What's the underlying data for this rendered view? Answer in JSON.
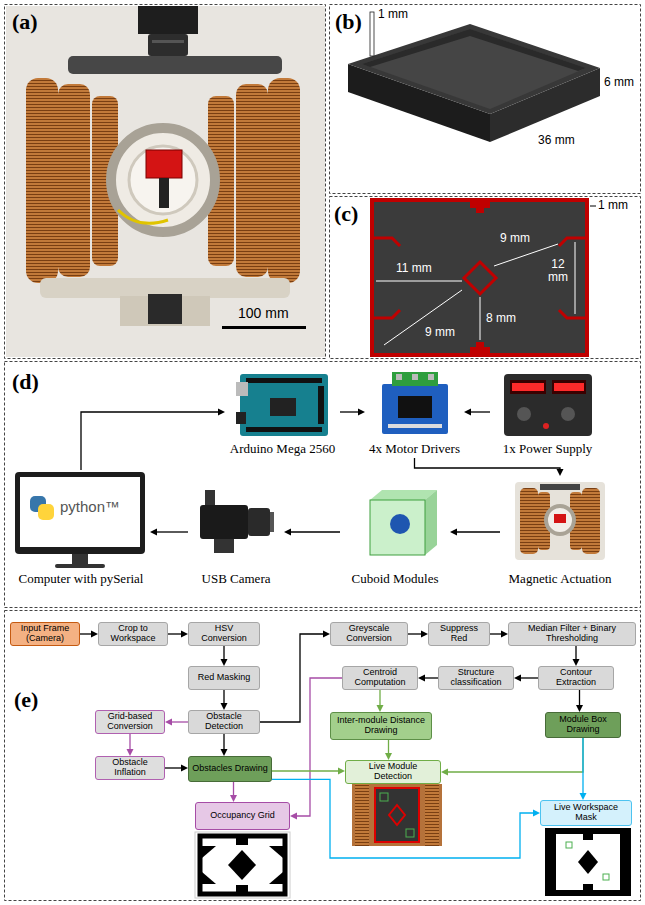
{
  "diagram": {
    "nodes": [
      {
        "text": [
          "Arduino Mega 2560"
        ]
      },
      {
        "text": [
          "4x Motor Drivers"
        ]
      },
      {
        "text": [
          "1x Power Supply"
        ]
      },
      {
        "text": [
          "Computer with pySerial"
        ]
      },
      {
        "text": [
          "USB Camera"
        ]
      },
      {
        "text": [
          "Cuboid Modules"
        ]
      },
      {
        "text": [
          "Magnetic Actuation"
        ]
      },
      {
        "text": [
          "Input Frame (Camera)"
        ]
      },
      {
        "text": [
          "Crop to Workspace"
        ]
      },
      {
        "text": [
          "HSV Conversion"
        ]
      },
      {
        "text": [
          "Greyscale Conversion"
        ]
      },
      {
        "text": [
          "Suppress Red"
        ]
      },
      {
        "text": [
          "Median Filter + Binary Thresholding"
        ]
      },
      {
        "text": [
          "Red Masking"
        ]
      },
      {
        "text": [
          "Centroid Computation"
        ]
      },
      {
        "text": [
          "Structure classification"
        ]
      },
      {
        "text": [
          "Contour Extraction"
        ]
      },
      {
        "text": [
          "Grid-based Conversion"
        ]
      },
      {
        "text": [
          "Obstacle Detection"
        ]
      },
      {
        "text": [
          "Inter-module Distance Drawing"
        ]
      },
      {
        "text": [
          "Module Box Drawing"
        ]
      },
      {
        "text": [
          "Obstacle Inflation"
        ]
      },
      {
        "text": [
          "Obstacles Drawing"
        ]
      },
      {
        "text": [
          "Live Module Detection"
        ]
      },
      {
        "text": [
          "Occupancy Grid"
        ]
      },
      {
        "text": [
          "Live Workspace Mask"
        ]
      }
    ],
    "edges": [
      {
        "from": 3,
        "to": 0,
        "arrow": "to"
      },
      {
        "from": 0,
        "to": 1,
        "arrow": "to"
      },
      {
        "from": 2,
        "to": 1,
        "arrow": "to"
      },
      {
        "from": 1,
        "to": 6,
        "arrow": "to"
      },
      {
        "from": 6,
        "to": 5,
        "arrow": "to"
      },
      {
        "from": 5,
        "to": 4,
        "arrow": "to"
      },
      {
        "from": 4,
        "to": 3,
        "arrow": "to"
      },
      {
        "from": 7,
        "to": 8,
        "arrow": "to"
      },
      {
        "from": 8,
        "to": 9,
        "arrow": "to"
      },
      {
        "from": 9,
        "to": 13,
        "arrow": "to"
      },
      {
        "from": 13,
        "to": 18,
        "arrow": "to"
      },
      {
        "from": 18,
        "to": 17,
        "arrow": "to"
      },
      {
        "from": 17,
        "to": 21,
        "arrow": "to"
      },
      {
        "from": 21,
        "to": 22,
        "arrow": "to"
      },
      {
        "from": 18,
        "to": 22,
        "arrow": "to"
      },
      {
        "from": 22,
        "to": 24,
        "arrow": "to"
      },
      {
        "from": 18,
        "to": 10,
        "arrow": "to"
      },
      {
        "from": 10,
        "to": 11,
        "arrow": "to"
      },
      {
        "from": 11,
        "to": 12,
        "arrow": "to"
      },
      {
        "from": 12,
        "to": 16,
        "arrow": "to"
      },
      {
        "from": 16,
        "to": 15,
        "arrow": "to"
      },
      {
        "from": 15,
        "to": 14,
        "arrow": "to"
      },
      {
        "from": 14,
        "to": 19,
        "arrow": "to"
      },
      {
        "from": 14,
        "to": 24,
        "arrow": "to"
      },
      {
        "from": 19,
        "to": 23,
        "arrow": "to"
      },
      {
        "from": 20,
        "to": 23,
        "arrow": "to"
      },
      {
        "from": 16,
        "to": 20,
        "arrow": "to"
      },
      {
        "from": 20,
        "to": 25,
        "arrow": "to"
      },
      {
        "from": 22,
        "to": 23,
        "arrow": "to"
      },
      {
        "from": 22,
        "to": 25,
        "arrow": "to"
      }
    ],
    "labels": [
      "(a)",
      "100 mm",
      "(b)",
      "1 mm",
      "6 mm",
      "36 mm",
      "(c)",
      "1 mm",
      "9 mm",
      "11 mm",
      "12 mm",
      "8 mm",
      "9 mm",
      "(d)",
      "python™",
      "(e)"
    ]
  }
}
